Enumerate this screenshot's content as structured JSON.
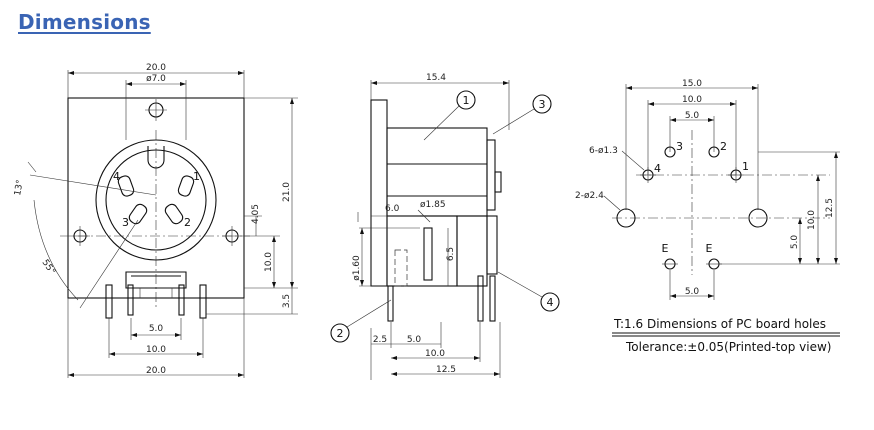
{
  "title": "Dimensions",
  "front_view": {
    "dims": {
      "top_width": "20.0",
      "top_inner": "ø7.0",
      "height_total": "21.0",
      "height_center": "10.0",
      "offset": "4.05",
      "bottom_offset": "3.5",
      "pin_span_inner": "5.0",
      "pin_span_mid": "10.0",
      "bottom_width": "20.0",
      "angle_top": "13°",
      "angle_bottom": "55°"
    },
    "pins": [
      "1",
      "2",
      "3",
      "4"
    ]
  },
  "side_view": {
    "dims": {
      "top_length": "15.4",
      "d1": "6.0",
      "d2": "ø1.85",
      "d3": "ø1.60",
      "d4": "6.5",
      "b1": "2.5",
      "b2": "5.0",
      "b3": "10.0",
      "b4": "12.5"
    },
    "callouts": [
      "1",
      "2",
      "3",
      "4"
    ]
  },
  "pcb_view": {
    "dims": {
      "w1": "15.0",
      "w2": "10.0",
      "w3": "5.0",
      "hole_small": "6-ø1.3",
      "hole_large": "2-ø2.4",
      "h1": "12.5",
      "h2": "10.0",
      "h3": "5.0",
      "bottom": "5.0"
    },
    "pins": [
      "1",
      "2",
      "3",
      "4"
    ],
    "e_label": "E"
  },
  "note": {
    "line1": "T:1.6 Dimensions of PC board holes",
    "line2": "Tolerance:±0.05(Printed-top view)"
  },
  "colors": {
    "title": "#3a64b4",
    "ink": "#111111"
  }
}
